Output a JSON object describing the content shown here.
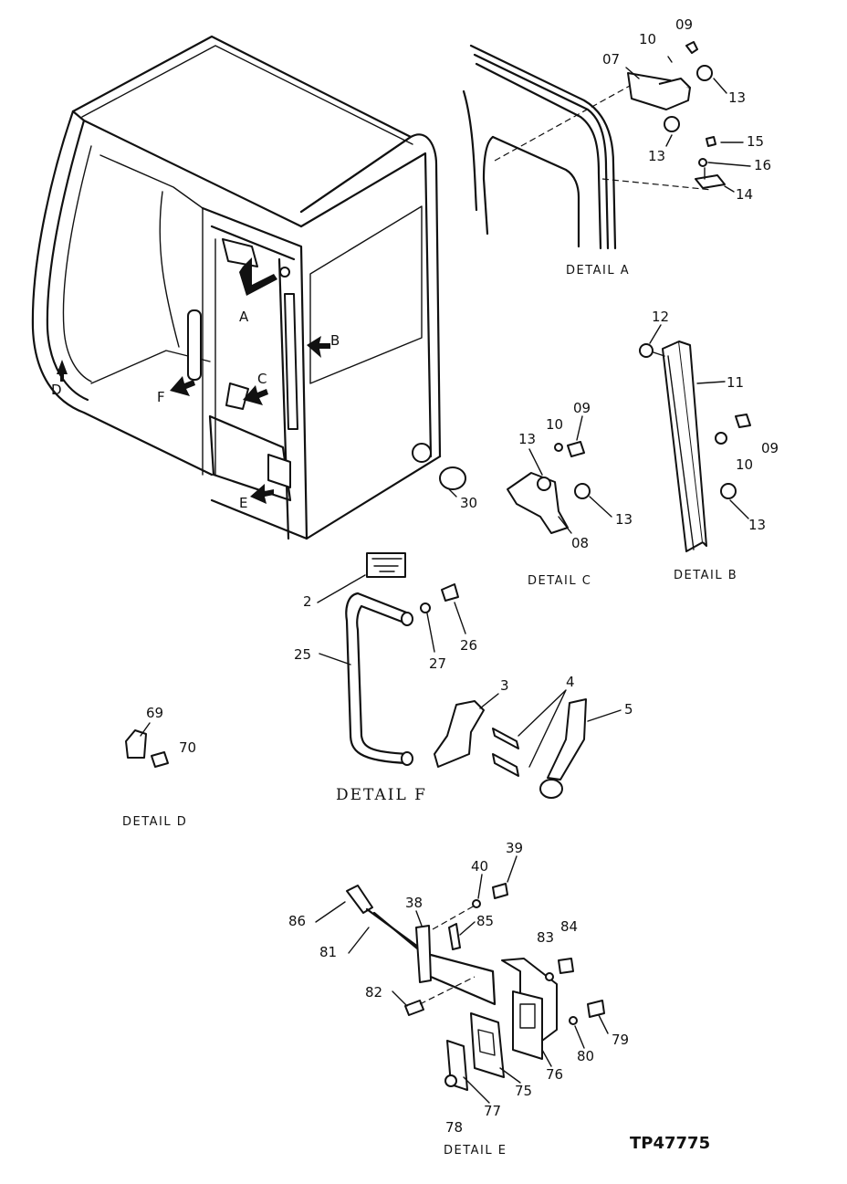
{
  "drawing_id": "TP47775",
  "details": {
    "a": "DETAIL A",
    "b": "DETAIL B",
    "c": "DETAIL C",
    "d": "DETAIL D",
    "e": "DETAIL E",
    "f": "DETAIL F"
  },
  "arrows": {
    "a": "A",
    "b": "B",
    "c": "C",
    "d": "D",
    "e": "E",
    "f": "F"
  },
  "callouts": {
    "a": [
      "09",
      "10",
      "07",
      "13",
      "13",
      "15",
      "16",
      "14"
    ],
    "b": [
      "12",
      "11",
      "09",
      "10",
      "13"
    ],
    "c": [
      "09",
      "10",
      "13",
      "13",
      "08"
    ],
    "cab": [
      "30"
    ],
    "f": [
      "2",
      "26",
      "27",
      "25",
      "3",
      "4",
      "5"
    ],
    "d": [
      "69",
      "70"
    ],
    "e": [
      "39",
      "40",
      "38",
      "85",
      "86",
      "81",
      "83",
      "84",
      "82",
      "79",
      "80",
      "76",
      "75",
      "77",
      "78"
    ]
  }
}
